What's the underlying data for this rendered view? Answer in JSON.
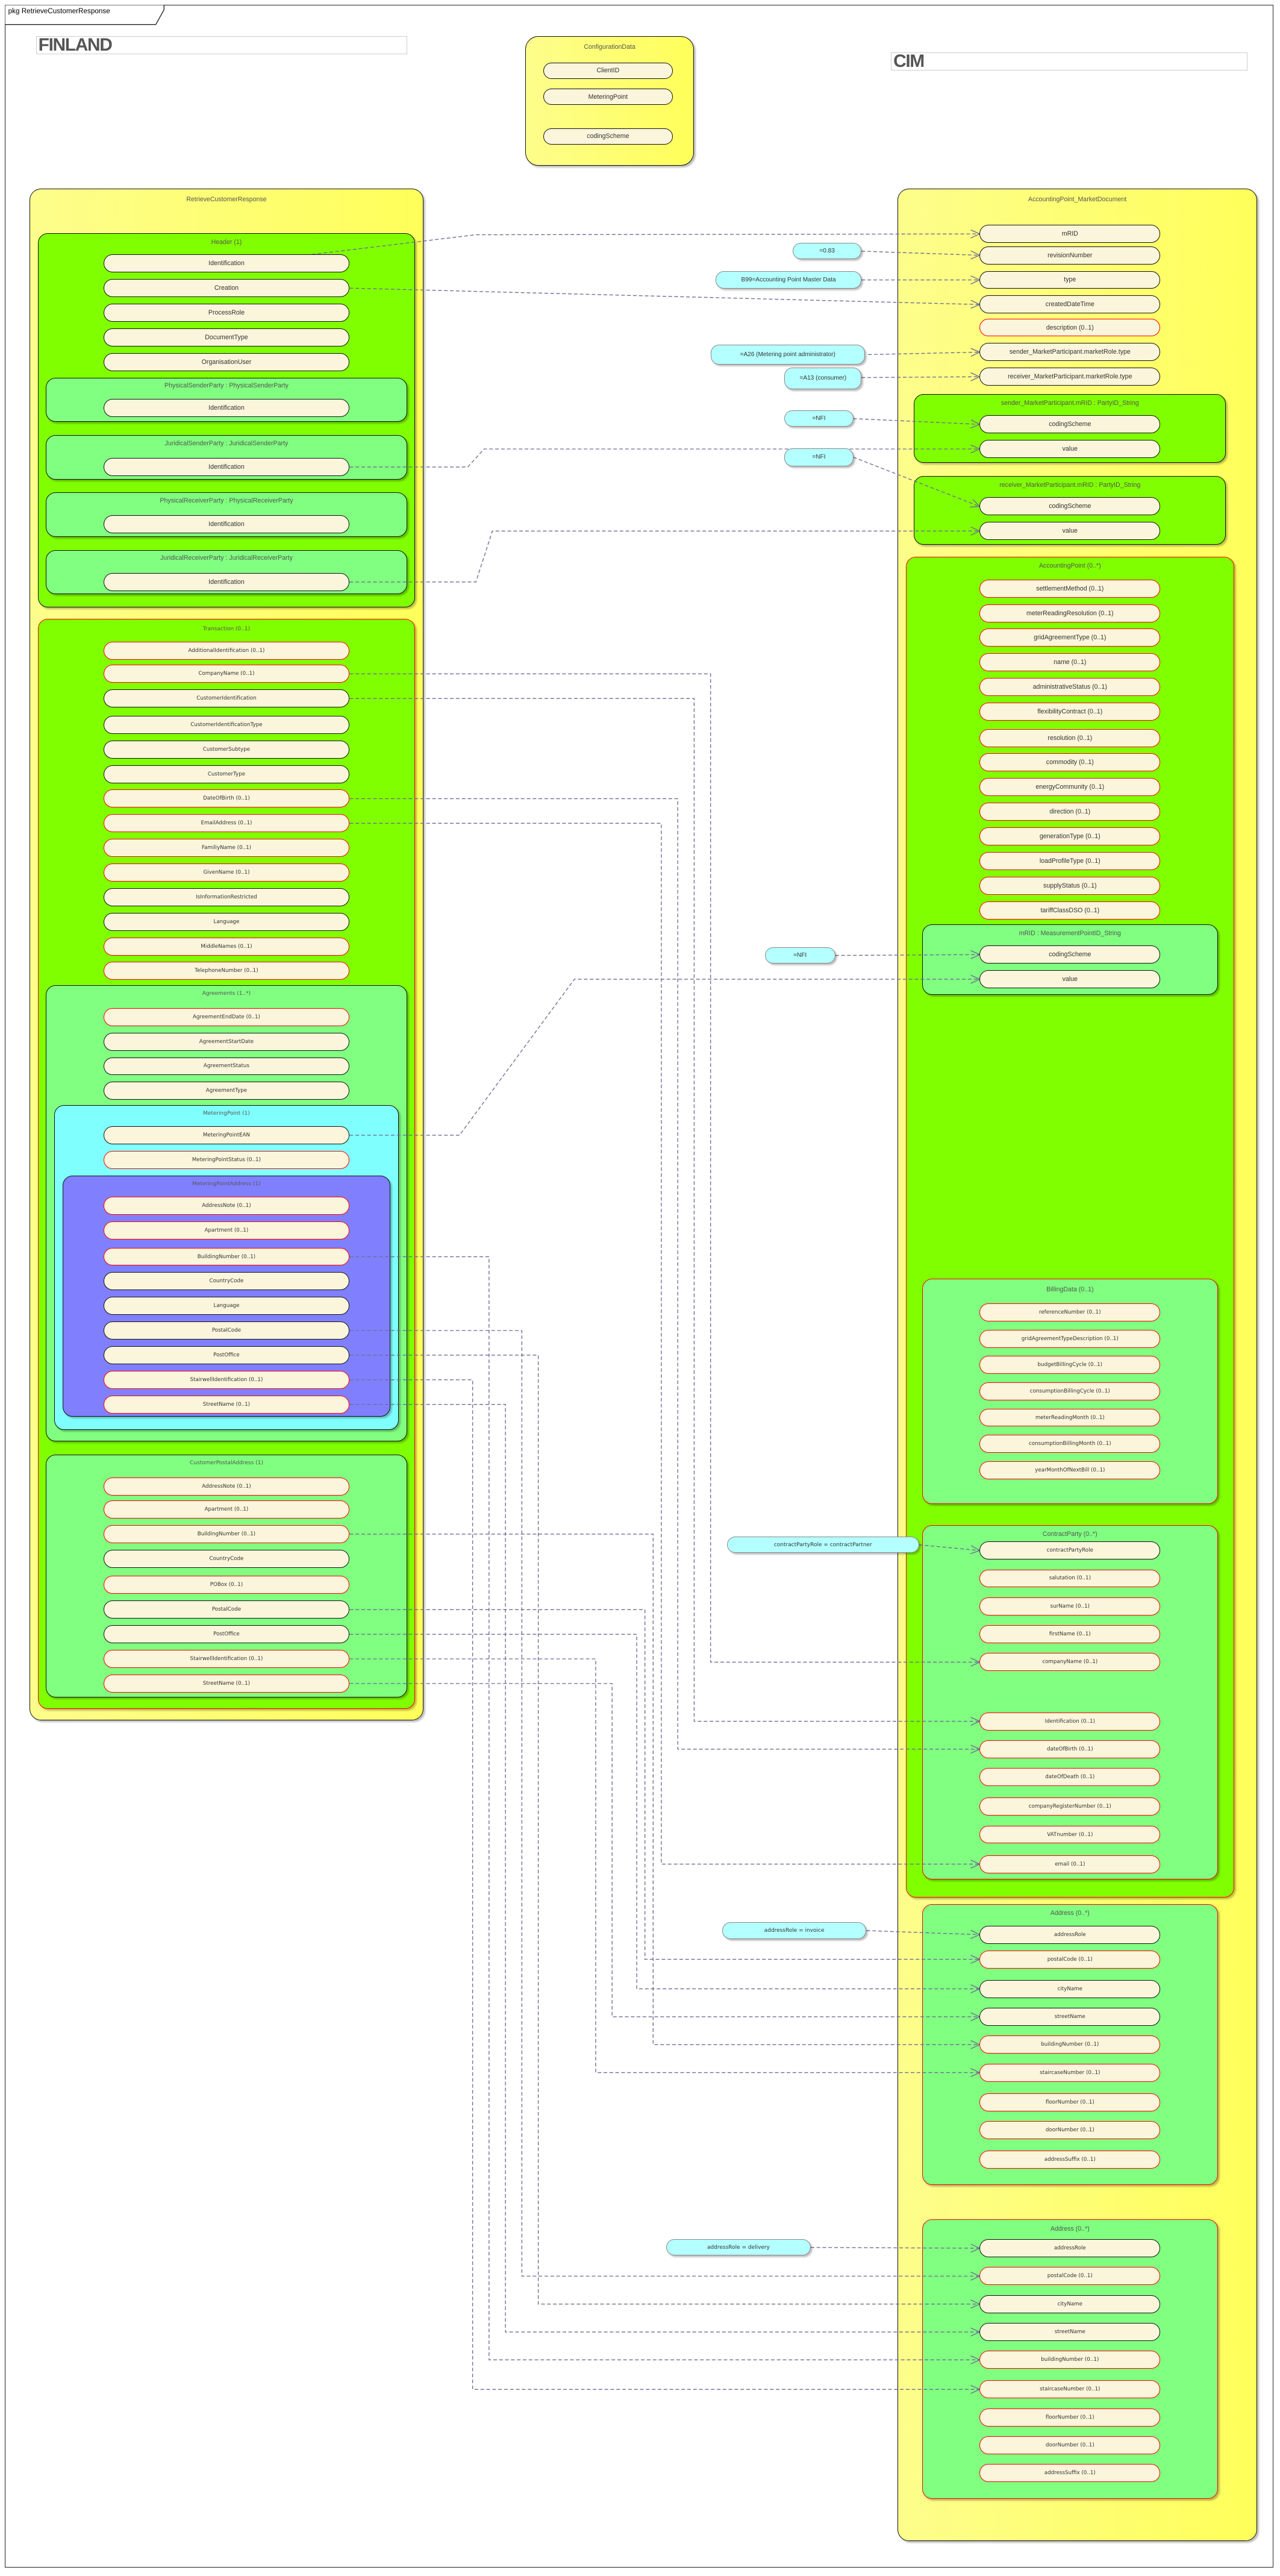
{
  "package_label": "pkg RetrieveCustomerResponse",
  "finland_title": "FINLAND",
  "cim_title": "CIM",
  "colors": {
    "container": "#ffff80",
    "group": "#80ff00",
    "subgroup": "#80ff80",
    "metering_point": "#80ffff",
    "metering_point_address": "#8080ff",
    "attribute": "#faf5db",
    "optional_border": "#ff0000",
    "note": "#b4ffff",
    "connector": "#6d6d95"
  },
  "configuration": {
    "title": "ConfigurationData",
    "items": [
      "ClientID",
      "MeteringPoint",
      "codingScheme"
    ]
  },
  "finland": {
    "title": "RetrieveCustomerResponse",
    "header": {
      "title": "Header (1)",
      "items": [
        "Identification",
        "Creation",
        "ProcessRole",
        "DocumentType",
        "OrganisationUser"
      ]
    },
    "parties": [
      {
        "title": "PhysicalSenderParty : PhysicalSenderParty",
        "items": [
          "Identification"
        ]
      },
      {
        "title": "JuridicalSenderParty : JuridicalSenderParty",
        "items": [
          "Identification"
        ]
      },
      {
        "title": "PhysicalReceiverParty : PhysicalReceiverParty",
        "items": [
          "Identification"
        ]
      },
      {
        "title": "JuridicalReceiverParty : JuridicalReceiverParty",
        "items": [
          "Identification"
        ]
      }
    ],
    "transaction": {
      "title": "Transaction (0..1)",
      "items": [
        "AdditionalIdentification (0..1)",
        "CompanyName (0..1)",
        "CustomerIdentification",
        "CustomerIdentificationType",
        "CustomerSubtype",
        "CustomerType",
        "DateOfBirth (0..1)",
        "EmailAddress (0..1)",
        "FamiliyName (0..1)",
        "GivenName (0..1)",
        "IsInformationRestricted",
        "Language",
        "MiddleNames (0..1)",
        "TelephoneNumber (0..1)"
      ]
    },
    "agreements": {
      "title": "Agreements (1..*)",
      "items": [
        "AgreementEndDate (0..1)",
        "AgreementStartDate",
        "AgreementStatus",
        "AgreementType"
      ]
    },
    "metering_point": {
      "title": "MeteringPoint (1)",
      "items": [
        "MeteringPointEAN",
        "MeteringPointStatus (0..1)"
      ]
    },
    "metering_point_address": {
      "title": "MeteringPointAddress (1)",
      "items": [
        "AddressNote (0..1)",
        "Apartment (0..1)",
        "BuildingNumber (0..1)",
        "CountryCode",
        "Language",
        "PostalCode",
        "PostOffice",
        "StairwellIdentification (0..1)",
        "StreetName (0..1)"
      ]
    },
    "customer_postal_address": {
      "title": "CustomerPostalAddress (1)",
      "items": [
        "AddressNote (0..1)",
        "Apartment (0..1)",
        "BuildingNumber (0..1)",
        "CountryCode",
        "POBox (0..1)",
        "PostalCode",
        "PostOffice",
        "StairwellIdentification (0..1)",
        "StreetName (0..1)"
      ]
    }
  },
  "cim": {
    "title": "AccountingPoint_MarketDocument",
    "items": [
      "mRID",
      "revisionNumber",
      "type",
      "createdDateTime",
      "description (0..1)",
      "sender_MarketParticipant.marketRole.type",
      "receiver_MarketParticipant.marketRole.type"
    ],
    "sender_mrid": {
      "title": "sender_MarketParticipant.mRID : PartyID_String",
      "items": [
        "codingScheme",
        "value"
      ]
    },
    "receiver_mrid": {
      "title": "receiver_MarketParticipant.mRID : PartyID_String",
      "items": [
        "codingScheme",
        "value"
      ]
    },
    "accounting_point": {
      "title": "AccountingPoint (0..*)",
      "items": [
        "settlementMethod (0..1)",
        "meterReadingResolution (0..1)",
        "gridAgreementType (0..1)",
        "name (0..1)",
        "administrativeStatus (0..1)",
        "flexibilityContract (0..1)",
        "resolution (0..1)",
        "commodity (0..1)",
        "energyCommunity (0..1)",
        "direction (0..1)",
        "generationType (0..1)",
        "loadProfileType (0..1)",
        "supplyStatus (0..1)",
        "tariffClassDSO (0..1)"
      ]
    },
    "measurement_point_mrid": {
      "title": "mRID : MeasurementPointID_String",
      "items": [
        "codingScheme",
        "value"
      ]
    },
    "billing_data": {
      "title": "BillingData (0..1)",
      "items": [
        "referenceNumber (0..1)",
        "gridAgreementTypeDescription (0..1)",
        "budgetBillingCycle (0..1)",
        "consumptionBillingCycle (0..1)",
        "meterReadingMonth (0..1)",
        "consumptionBillingMonth (0..1)",
        "yearMonthOfNextBill (0..1)"
      ]
    },
    "contract_party": {
      "title": "ContractParty (0..*)",
      "items": [
        "contractPartyRole",
        "salutation (0..1)",
        "surName (0..1)",
        "firstName (0..1)",
        "companyName (0..1)",
        "Identification (0..1)",
        "dateOfBirth (0..1)",
        "dateOfDeath (0..1)",
        "companyRegisterNumber (0..1)",
        "VATnumber (0..1)",
        "email (0..1)"
      ]
    },
    "invoice_address": {
      "title": "Address (0..*)",
      "items": [
        "addressRole",
        "postalCode (0..1)",
        "cityName",
        "streetName",
        "buildingNumber (0..1)",
        "staircaseNumber (0..1)",
        "floorNumber (0..1)",
        "doorNumber (0..1)",
        "addressSuffix (0..1)"
      ]
    },
    "delivery_address": {
      "title": "Address (0..*)",
      "items": [
        "addressRole",
        "postalCode (0..1)",
        "cityName",
        "streetName",
        "buildingNumber (0..1)",
        "staircaseNumber (0..1)",
        "floorNumber (0..1)",
        "doorNumber (0..1)",
        "addressSuffix (0..1)"
      ]
    }
  },
  "notes": {
    "revision": "=0.83",
    "type": "B99=Accounting Point Master Data",
    "sender_role": "=A26 (Metering point administrator)",
    "receiver_role": "=A13 (consumer)",
    "sender_coding": "=NFI",
    "receiver_coding": "=NFI",
    "mp_coding": "=NFI",
    "contract_role": "contractPartyRole = contractPartner",
    "invoice_role": "addressRole = invoice",
    "delivery_role": "addressRole = delivery"
  }
}
